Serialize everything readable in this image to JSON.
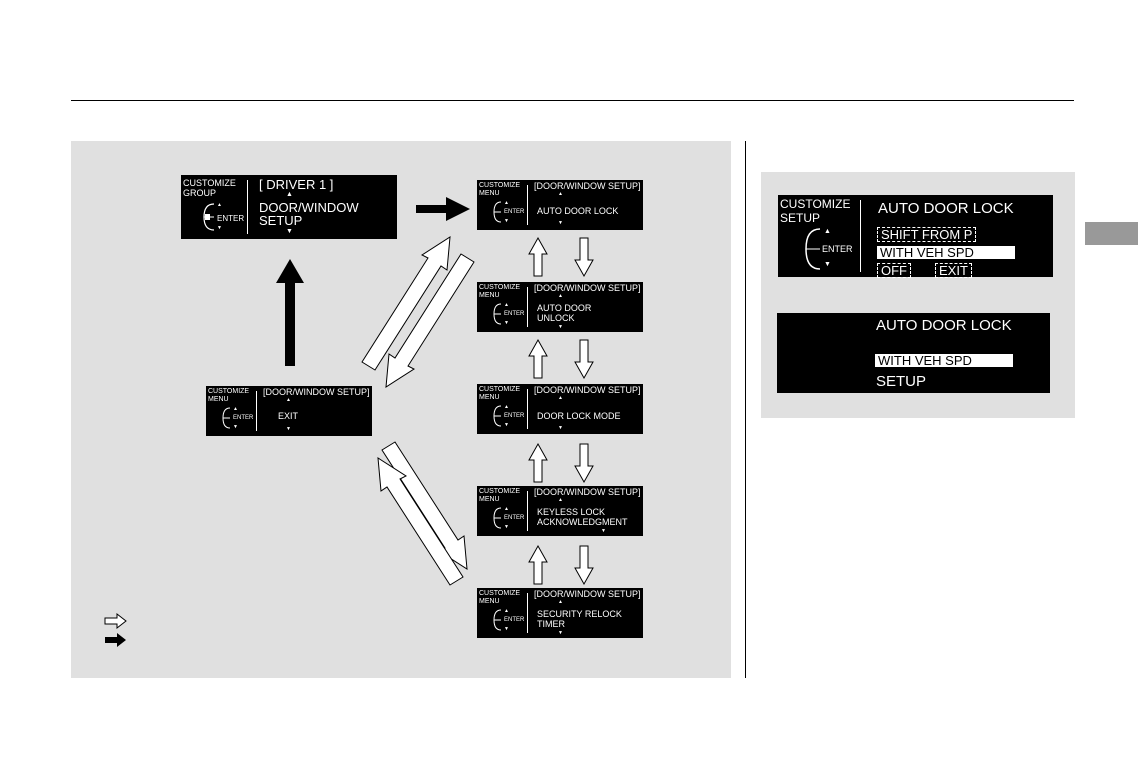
{
  "screens": {
    "driver": {
      "label_line1": "CUSTOMIZE",
      "label_line2": "GROUP",
      "enter": "ENTER",
      "header": "[ DRIVER 1 ]",
      "line1": "DOOR/WINDOW",
      "line2": "SETUP"
    },
    "exit": {
      "label_line1": "CUSTOMIZE",
      "label_line2": "MENU",
      "enter": "ENTER",
      "header": "[DOOR/WINDOW SETUP]",
      "line1": "EXIT"
    },
    "auto_door_lock": {
      "label_line1": "CUSTOMIZE",
      "label_line2": "MENU",
      "enter": "ENTER",
      "header": "[DOOR/WINDOW SETUP]",
      "line1": "AUTO DOOR LOCK"
    },
    "auto_door_unlock": {
      "label_line1": "CUSTOMIZE",
      "label_line2": "MENU",
      "enter": "ENTER",
      "header": "[DOOR/WINDOW SETUP]",
      "line1": "AUTO DOOR",
      "line2": "UNLOCK"
    },
    "door_lock_mode": {
      "label_line1": "CUSTOMIZE",
      "label_line2": "MENU",
      "enter": "ENTER",
      "header": "[DOOR/WINDOW SETUP]",
      "line1": "DOOR LOCK MODE"
    },
    "keyless_lock": {
      "label_line1": "CUSTOMIZE",
      "label_line2": "MENU",
      "enter": "ENTER",
      "header": "[DOOR/WINDOW SETUP]",
      "line1": "KEYLESS LOCK",
      "line2": "ACKNOWLEDGMENT"
    },
    "security_relock": {
      "label_line1": "CUSTOMIZE",
      "label_line2": "MENU",
      "enter": "ENTER",
      "header": "[DOOR/WINDOW SETUP]",
      "line1": "SECURITY RELOCK",
      "line2": "TIMER"
    }
  },
  "detail": {
    "setup_screen": {
      "label_line1": "CUSTOMIZE",
      "label_line2": "SETUP",
      "enter": "ENTER",
      "title": "AUTO DOOR LOCK",
      "options": [
        "SHIFT FROM P",
        "WITH VEH SPD",
        "OFF",
        "EXIT"
      ]
    },
    "confirm_screen": {
      "title": "AUTO DOOR LOCK",
      "selected": "WITH VEH SPD",
      "footer": "SETUP"
    }
  }
}
